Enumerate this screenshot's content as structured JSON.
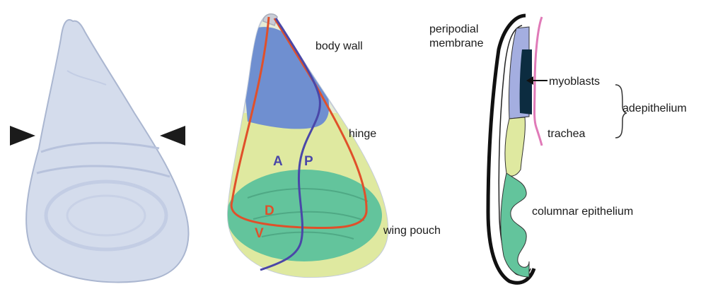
{
  "labels": {
    "body_wall": "body wall",
    "hinge": "hinge",
    "wing_pouch": "wing pouch",
    "axis_A": "A",
    "axis_P": "P",
    "axis_D": "D",
    "axis_V": "V",
    "peripodial_line1": "peripodial",
    "peripodial_line2": "membrane",
    "myoblasts": "myoblasts",
    "adepithelium": "adepithelium",
    "trachea": "trachea",
    "columnar_epithelium": "columnar epithelium"
  },
  "colors": {
    "body_wall_region": "#6f8fd0",
    "hinge_region": "#dfe9a0",
    "pouch_region": "#63c49c",
    "ap_line": "#4a47a8",
    "dv_line": "#e0502a",
    "trachea": "#e07ab8",
    "myoblasts": "#0c2c40",
    "adepithelium": "#a4aee0",
    "disc_stain": "#cfd8ea"
  }
}
